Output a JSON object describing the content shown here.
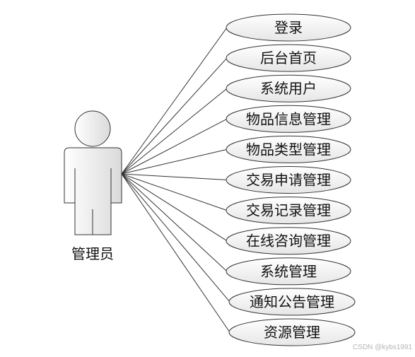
{
  "actor": {
    "label": "管理员"
  },
  "use_cases": [
    {
      "label": "登录"
    },
    {
      "label": "后台首页"
    },
    {
      "label": "系统用户"
    },
    {
      "label": "物品信息管理"
    },
    {
      "label": "物品类型管理"
    },
    {
      "label": "交易申请管理"
    },
    {
      "label": "交易记录管理"
    },
    {
      "label": "在线咨询管理"
    },
    {
      "label": "系统管理"
    },
    {
      "label": "通知公告管理"
    },
    {
      "label": "资源管理"
    }
  ],
  "watermark": "CSDN @kybs1991",
  "colors": {
    "stroke": "#333333",
    "ellipse_fill_top": "#ffffff",
    "ellipse_fill_bottom": "#e6e6e6",
    "actor_fill_top": "#ffffff",
    "actor_fill_bottom": "#dadada"
  }
}
